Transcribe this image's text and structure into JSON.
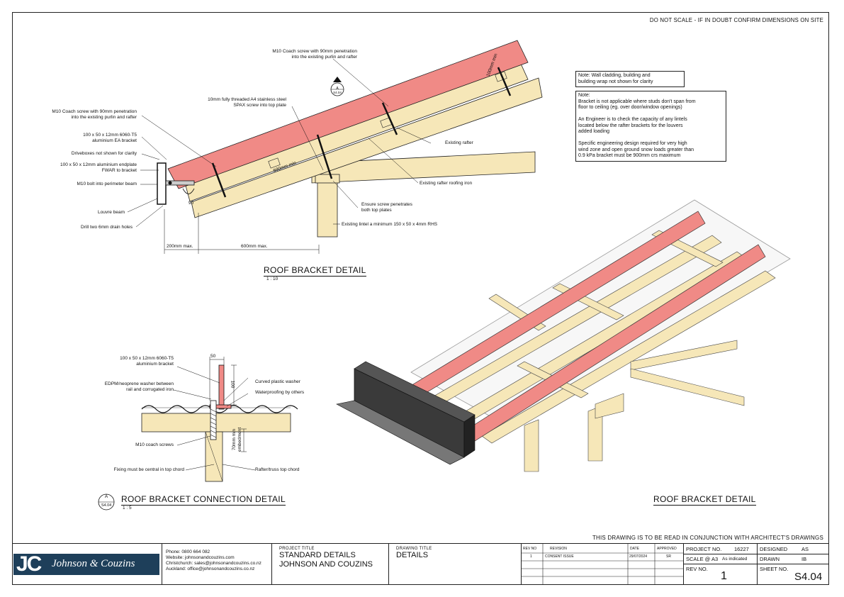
{
  "header": {
    "do_not_scale": "DO NOT SCALE - IF IN DOUBT CONFIRM DIMENSIONS ON SITE"
  },
  "detail_top": {
    "title": "ROOF BRACKET DETAIL",
    "scale": "1 : 10",
    "section_marker": {
      "letter": "A",
      "sheet": "S4.04"
    },
    "labels": {
      "coach_screw_top": "M10 Coach screw with 90mm penetration\ninto the existing purlin and rafter",
      "spax_screw": "10mm fully threaded A4 stainless steel\nSPAX screw into top plate",
      "coach_screw_left": "M10 Coach screw with 90mm penetration\ninto the existing purlin and rafter",
      "ea_bracket": "100 x 50 x 12mm 6060-T5\naluminium EA bracket",
      "drive_boxes": "Driveboxes not shown for clarity",
      "endplate": "100 x 50 x 12mm aluminium endplate\nFWAR to bracket",
      "bolt": "M10 bolt into perimeter beam",
      "louvre_beam": "Louvre beam",
      "drain_holes": "Drill two 6mm drain holes",
      "existing_rafter": "Existing rafter",
      "rafter_roofing_iron": "Existing rafter roofing iron",
      "screw_penetrates": "Ensure screw penetrates\nboth top plates",
      "existing_lintel": "Existing lintel a minimum 150 x 50 x 4mm RHS",
      "dim_200": "200mm max.",
      "dim_600": "600mm max.",
      "dim_600_crs": "600mm min",
      "dim_100": "100mm min",
      "dim_90": "90"
    }
  },
  "notes": {
    "note1": "Note: Wall cladding, building and\nbuilding wrap not shown for clarity",
    "note2": "Note:\nBracket is not applicable where studs don't span from\nfloor to ceiling (eg. over door/window openings)\n\nAn Engineer is to check the capacity of any lintels\nlocated below the rafter brackets for the louvers\nadded loading\n\nSpecific engineering design required for very high\nwind zone and open ground snow loads greater than\n0.9 kPa bracket must be 900mm crs maximum"
  },
  "detail_connection": {
    "title": "ROOF BRACKET CONNECTION DETAIL",
    "scale": "1 : 5",
    "marker": {
      "letter": "A",
      "sheet": "S4.04"
    },
    "labels": {
      "bracket": "100 x 50 x 12mm 6060-T5\naluminium bracket",
      "washer_rail": "EDPM/neoprene washer between\nrail and corrugated iron",
      "curved_washer": "Curved plastic washer",
      "waterproofing": "Waterproofing by others",
      "coach_screws": "M10 coach screws",
      "fixing_central": "Fixing must be central in top chord",
      "rafter_truss": "Rafter/truss top chord",
      "dim_50": "50",
      "dim_100": "100",
      "dim_70": "70mm min\nembedment"
    }
  },
  "detail_iso": {
    "title": "ROOF BRACKET DETAIL"
  },
  "footer_note": "THIS DRAWING IS TO BE READ IN CONJUNCTION WITH ARCHITECT'S DRAWINGS",
  "title_block": {
    "logo_mark": "JC",
    "logo_text": "Johnson & Couzins",
    "contact": [
      "Phone: 0800 664 082",
      "Website: johnsonandcouzins.com",
      "Christchurch: sales@johnsonandcouzins.co.nz",
      "Auckland: office@johnsonandcouzins.co.nz"
    ],
    "project_title_label": "PROJECT TITLE",
    "project_title": [
      "STANDARD DETAILS",
      "JOHNSON AND COUZINS"
    ],
    "drawing_title_label": "DRAWING TITLE",
    "drawing_title": "DETAILS",
    "rev_headers": {
      "rev": "REV NO",
      "revision": "REVISION",
      "date": "DATE",
      "approved": "APPROVED"
    },
    "rev_row": {
      "rev": "1",
      "revision": "CONSENT ISSUE",
      "date": "29/07/2024",
      "approved": "SR"
    },
    "project_no_label": "PROJECT NO.",
    "project_no": "16227",
    "designed_label": "DESIGNED",
    "designed": "AS",
    "scale_label": "SCALE @ A3",
    "scale": "As indicated",
    "drawn_label": "DRAWN",
    "drawn": "IB",
    "rev_no_label": "REV NO.",
    "rev_no": "1",
    "sheet_no_label": "SHEET NO.",
    "sheet_no": "S4.04"
  },
  "colors": {
    "roof_red": "#f08a86",
    "timber": "#f6e7b8",
    "metal": "#3a3a3a",
    "logo_bg": "#1e3f5a"
  }
}
